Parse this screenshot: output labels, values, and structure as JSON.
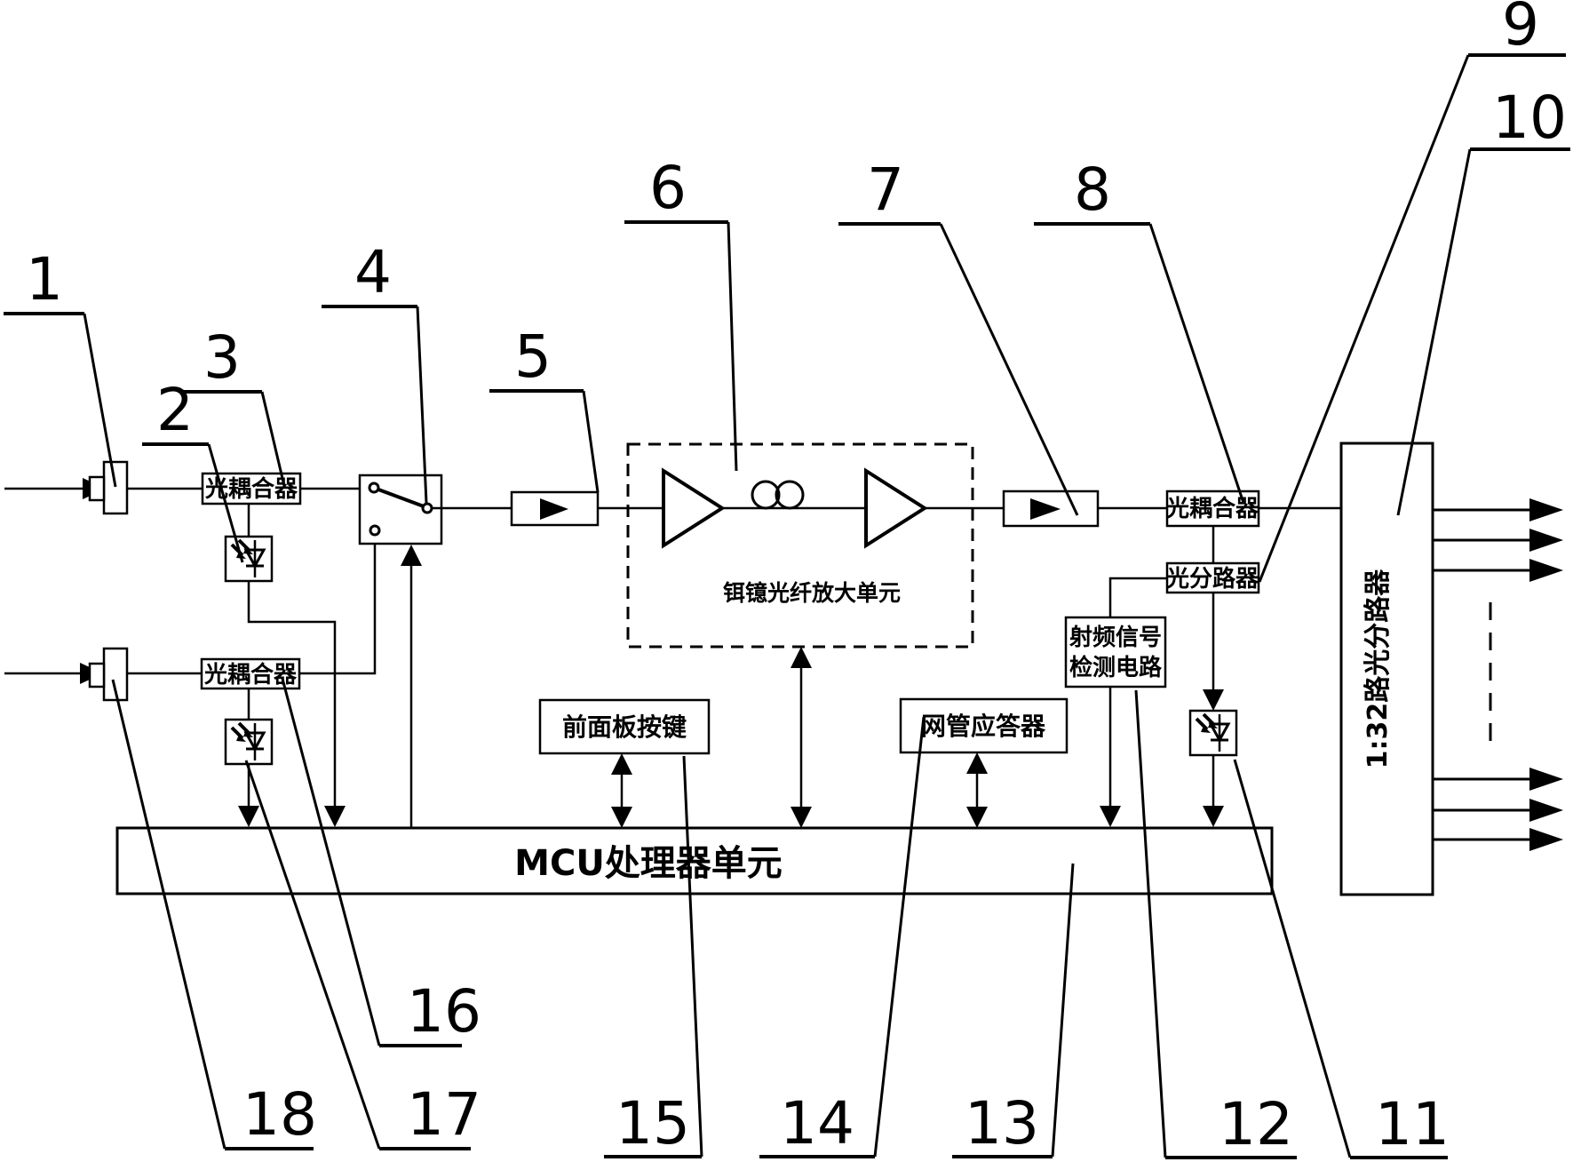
{
  "components": {
    "coupler_top": {
      "label": "光耦合器"
    },
    "coupler_bottom": {
      "label": "光耦合器"
    },
    "coupler_right": {
      "label": "光耦合器"
    },
    "splitter_small": {
      "label": "光分路器"
    },
    "edfa_unit": {
      "label": "铒镱光纤放大单元"
    },
    "rf_detect": {
      "line1": "射频信号",
      "line2": "检测电路"
    },
    "front_panel": {
      "label": "前面板按键"
    },
    "nms_transponder": {
      "label": "网管应答器"
    },
    "mcu": {
      "label": "MCU处理器单元"
    },
    "splitter_1_32": {
      "label": "1:32路光分路器"
    }
  },
  "icons": {
    "photodiode": "photodiode-icon",
    "optical_isolator": "isolator-arrow-icon",
    "amplifier": "amplifier-triangle-icon",
    "fiber_coil": "fiber-coil-icon",
    "optical_switch": "optical-switch-icon",
    "fiber_connector": "fiber-connector-icon"
  },
  "colors": {
    "line": "#000000",
    "background": "#ffffff"
  },
  "callouts": [
    {
      "number": "1"
    },
    {
      "number": "2"
    },
    {
      "number": "3"
    },
    {
      "number": "4"
    },
    {
      "number": "5"
    },
    {
      "number": "6"
    },
    {
      "number": "7"
    },
    {
      "number": "8"
    },
    {
      "number": "9"
    },
    {
      "number": "10"
    },
    {
      "number": "11"
    },
    {
      "number": "12"
    },
    {
      "number": "13"
    },
    {
      "number": "14"
    },
    {
      "number": "15"
    },
    {
      "number": "16"
    },
    {
      "number": "17"
    },
    {
      "number": "18"
    }
  ]
}
